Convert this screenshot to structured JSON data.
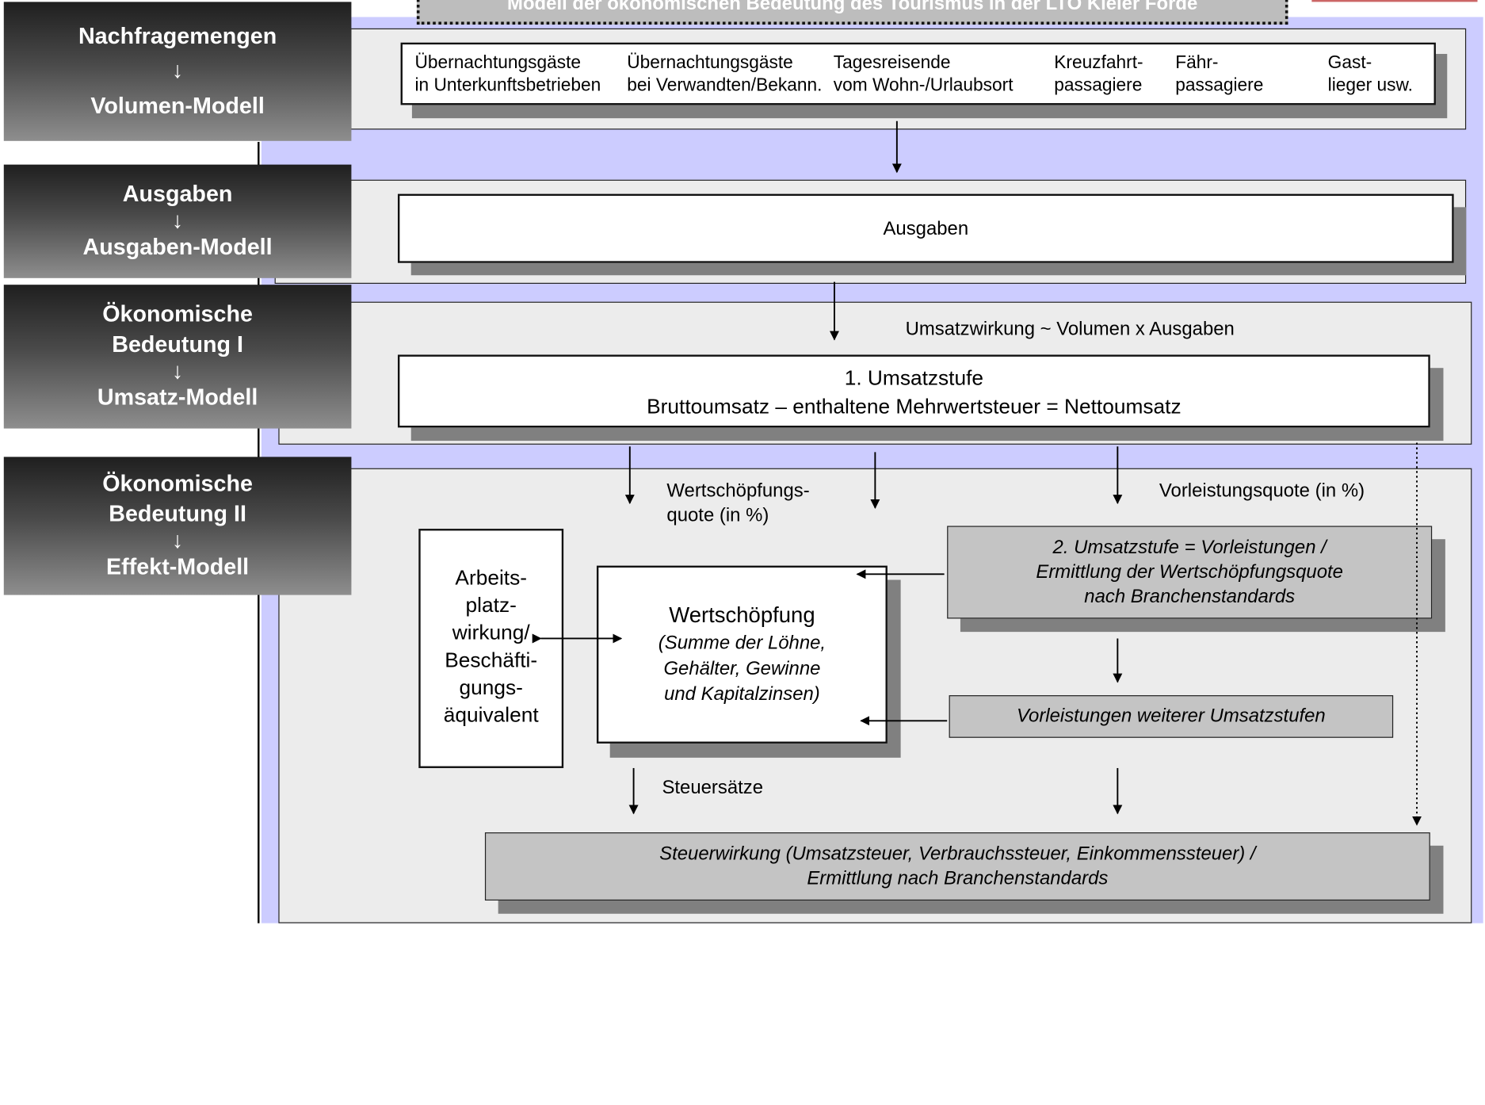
{
  "title": "Modell der ökonomischen Bedeutung des Tourismus in der LTO Kieler Förde",
  "sidebar": {
    "stage1": {
      "line1": "Nachfragemengen",
      "arrow": "↓",
      "line2": "Volumen-Modell"
    },
    "stage2": {
      "line1": "Ausgaben",
      "arrow": "↓",
      "line2": "Ausgaben-Modell"
    },
    "stage3": {
      "line1": "Ökonomische",
      "line2": "Bedeutung I",
      "arrow": "↓",
      "line3": "Umsatz-Modell"
    },
    "stage4": {
      "line1": "Ökonomische",
      "line2": "Bedeutung II",
      "arrow": "↓",
      "line3": "Effekt-Modell"
    }
  },
  "volume_categories": [
    {
      "line1": "Übernachtungsgäste",
      "line2": "in Unterkunftsbetrieben"
    },
    {
      "line1": "Übernachtungsgäste",
      "line2": "bei Verwandten/Bekann."
    },
    {
      "line1": "Tagesreisende",
      "line2": "vom Wohn-/Urlaubsort"
    },
    {
      "line1": "Kreuzfahrt-",
      "line2": "passagiere"
    },
    {
      "line1": "Fähr-",
      "line2": "passagiere"
    },
    {
      "line1": "Gast-",
      "line2": "lieger usw."
    }
  ],
  "ausgaben_box": "Ausgaben",
  "umsatzwirkung_label": "Umsatzwirkung ~ Volumen x Ausgaben",
  "umsatzstufe1": {
    "line1": "1. Umsatzstufe",
    "line2": "Bruttoumsatz – enthaltene Mehrwertsteuer = Nettoumsatz"
  },
  "wertschoepfungsquote_label": {
    "line1": "Wertschöpfungs-",
    "line2": "quote (in %)"
  },
  "vorleistungsquote_label": "Vorleistungsquote (in %)",
  "arbeitsplatz": [
    "Arbeits-",
    "platz-",
    "wirkung/",
    "Beschäfti-",
    "gungs-",
    "äquivalent"
  ],
  "wertschoepfung": {
    "title": "Wertschöpfung",
    "detail": [
      "(Summe der Löhne,",
      "Gehälter, Gewinne",
      "und Kapitalzinsen)"
    ]
  },
  "umsatzstufe2": [
    "2. Umsatzstufe = Vorleistungen /",
    "Ermittlung der Wertschöpfungsquote",
    "nach Branchenstandards"
  ],
  "vorleistungen_weitere": "Vorleistungen weiterer Umsatzstufen",
  "steuersaetze_label": "Steuersätze",
  "steuerwirkung": [
    "Steuerwirkung (Umsatzsteuer, Verbrauchssteuer, Einkommenssteuer) /",
    "Ermittlung nach Branchenstandards"
  ]
}
